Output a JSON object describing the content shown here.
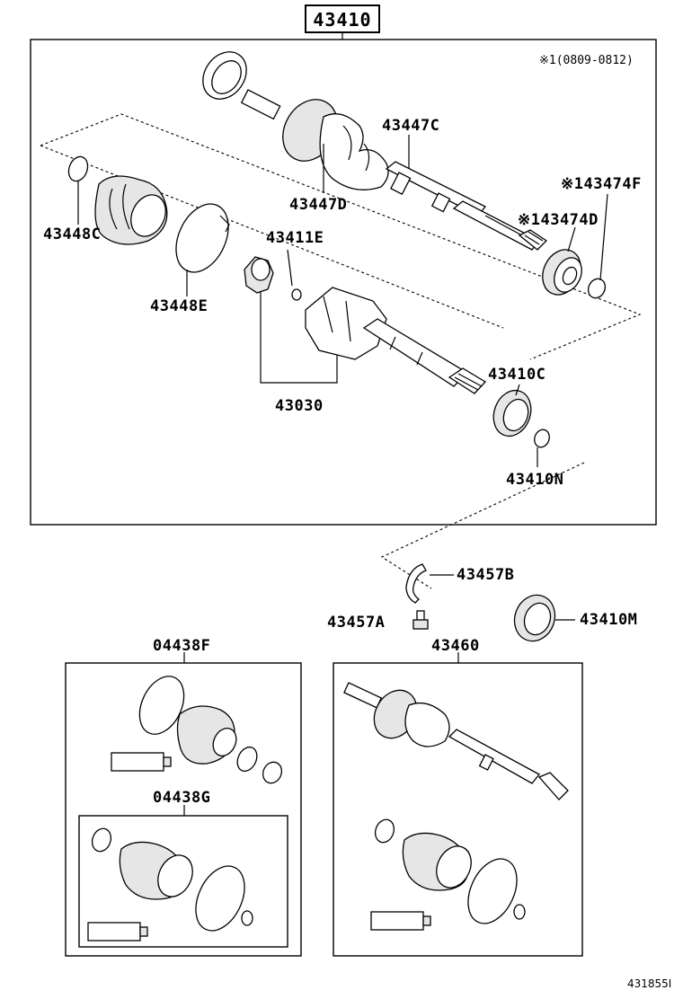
{
  "diagram": {
    "title_part": "43410",
    "note": "※1(0809-0812)",
    "footer_code": "431855I",
    "labels": {
      "p43447C": "43447C",
      "p43447D": "43447D",
      "p43474F": "※143474F",
      "p43474D": "※143474D",
      "p43448C": "43448C",
      "p43411E": "43411E",
      "p43448E": "43448E",
      "p43030": "43030",
      "p43410C": "43410C",
      "p43410N": "43410N",
      "p43457B": "43457B",
      "p43457A": "43457A",
      "p43410M": "43410M",
      "p04438F": "04438F",
      "p43460": "43460",
      "p04438G": "04438G"
    }
  }
}
